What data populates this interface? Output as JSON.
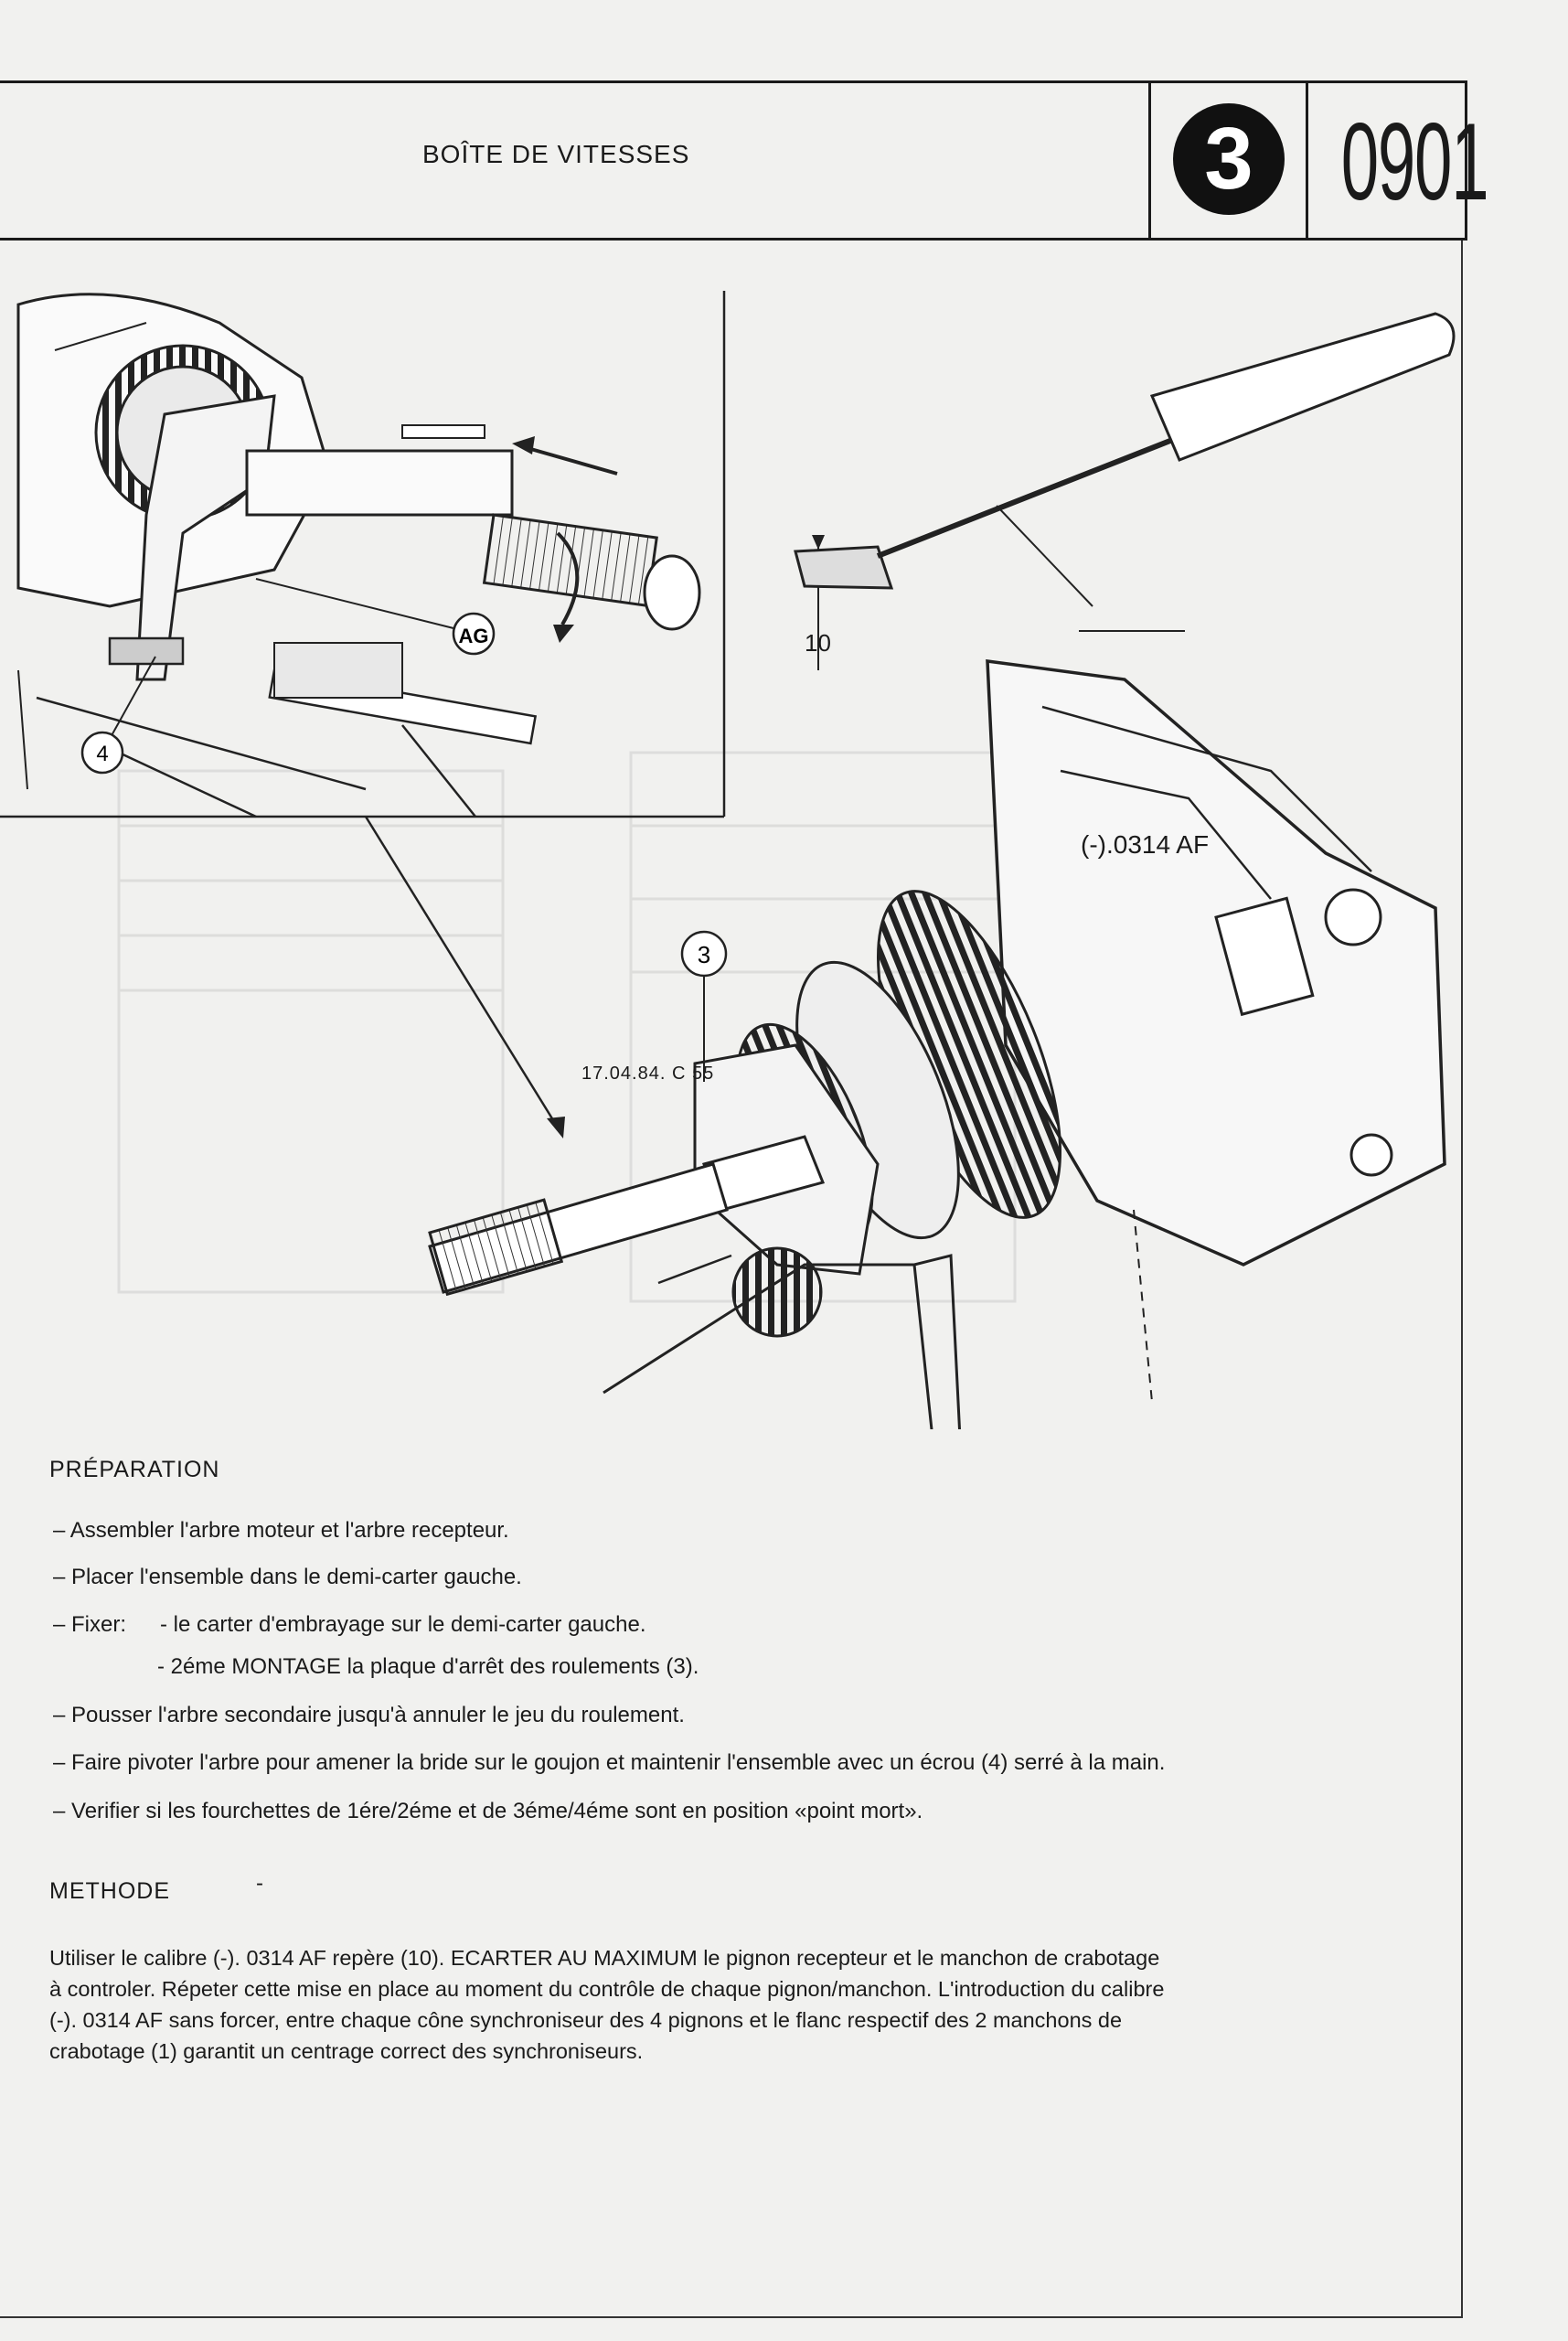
{
  "header": {
    "title": "BOÎTE DE VITESSES",
    "section_number": "3",
    "page_number": "0901"
  },
  "figure": {
    "callout_10": "10",
    "tool_label": "(-).0314 AF",
    "callout_ag": "AG",
    "callout_4": "4",
    "callout_3": "3",
    "caption": "17.04.84. C 55"
  },
  "preparation": {
    "heading": "PRÉPARATION",
    "step1": "– Assembler l'arbre moteur et l'arbre recepteur.",
    "step2": "– Placer l'ensemble dans le demi-carter gauche.",
    "step3_lead": "– Fixer:",
    "step3a": "- le carter d'embrayage sur le demi-carter gauche.",
    "step3b": "- 2éme MONTAGE la plaque d'arrêt des roulements (3).",
    "step4": "– Pousser l'arbre secondaire jusqu'à annuler le jeu du roulement.",
    "step5": "– Faire pivoter l'arbre pour amener la bride sur le goujon et maintenir l'ensemble avec un écrou (4) serré à la main.",
    "step6": "– Verifier si les fourchettes de 1ére/2éme et de 3éme/4éme sont en position «point mort»."
  },
  "methode": {
    "heading": "METHODE",
    "dash": "-",
    "line1": "Utiliser le calibre (-). 0314 AF repère (10). ECARTER AU MAXIMUM le pignon recepteur et le manchon de crabotage",
    "line2": "à controler. Répeter cette mise en place au moment du contrôle de chaque pignon/manchon. L'introduction du calibre",
    "line3": "(-). 0314 AF sans forcer, entre chaque cône synchroniseur des 4 pignons et le flanc respectif des 2 manchons de",
    "line4": "crabotage (1) garantit un centrage correct des synchroniseurs."
  }
}
